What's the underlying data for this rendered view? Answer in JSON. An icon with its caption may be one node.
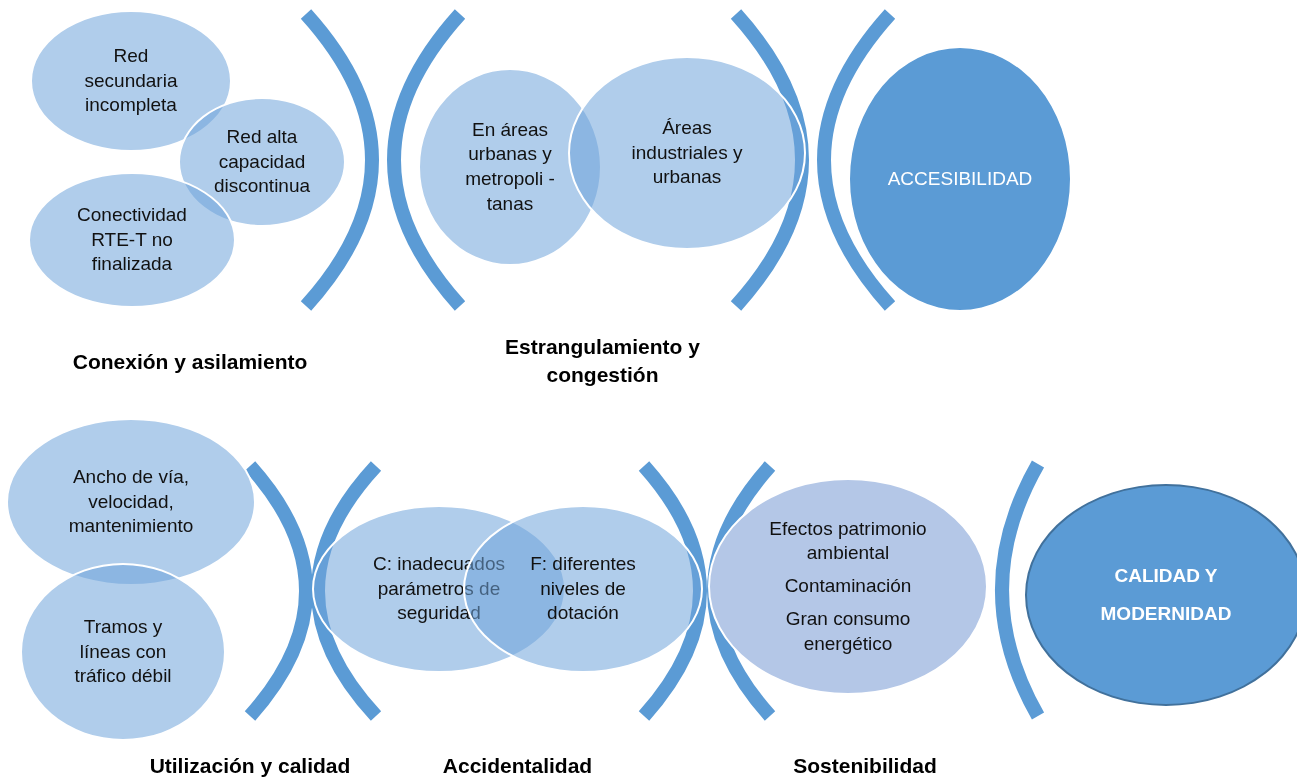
{
  "diagram": {
    "nodes": [
      {
        "text": [
          "Red secundaria incompleta"
        ]
      },
      {
        "text": [
          "Red alta capacidad discontinua"
        ]
      },
      {
        "text": [
          "Conectividad RTE-T no finalizada"
        ]
      },
      {
        "text": [
          "En áreas urbanas y metropoli -tanas"
        ]
      },
      {
        "text": [
          "Áreas industriales y urbanas"
        ]
      },
      {
        "text": [
          "ACCESIBILIDAD"
        ]
      },
      {
        "text": [
          "Ancho de vía, velocidad, mantenimiento"
        ]
      },
      {
        "text": [
          "Tramos y líneas con tráfico débil"
        ]
      },
      {
        "text": [
          "C: inadecuados parámetros de seguridad"
        ]
      },
      {
        "text": [
          "F: diferentes niveles de dotación"
        ]
      },
      {
        "text": [
          "Efectos patrimonio ambiental",
          "Contaminación",
          "Gran consumo energético"
        ]
      },
      {
        "text": [
          "CALIDAD Y MODERNIDAD"
        ]
      }
    ],
    "edges": [],
    "labels": [
      "Conexión y asilamiento",
      "Estrangulamiento y congestión",
      "Utilización y calidad",
      "Accidentalidad",
      "Sostenibilidad"
    ]
  }
}
